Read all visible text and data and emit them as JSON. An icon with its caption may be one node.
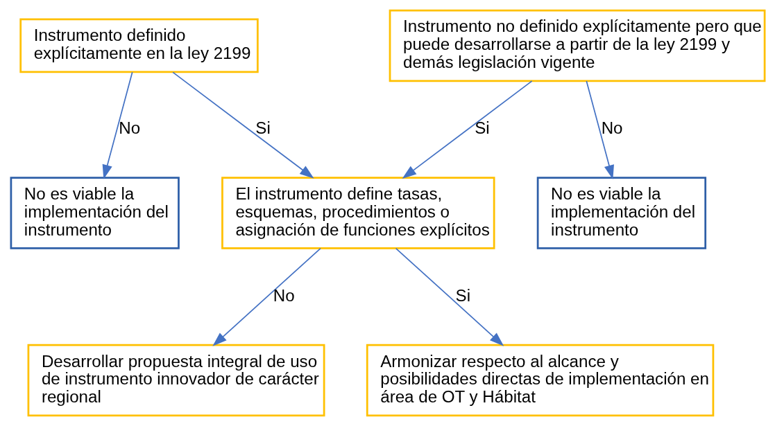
{
  "diagram": {
    "nodes": [
      {
        "text": [
          "Instrumento definido explícitamente en la ley 2199"
        ]
      },
      {
        "text": [
          "Instrumento no definido explícitamente pero que puede desarrollarse a partir de la ley 2199 y demás legislación vigente"
        ]
      },
      {
        "text": [
          "No es viable la implementación del instrumento"
        ]
      },
      {
        "text": [
          "El instrumento define tasas, esquemas, procedimientos o asignación de funciones explícitos"
        ]
      },
      {
        "text": [
          "No es viable la implementación del instrumento"
        ]
      },
      {
        "text": [
          "Desarrollar propuesta integral de uso de instrumento innovador de carácter regional"
        ]
      },
      {
        "text": [
          "Armonizar respecto al alcance y posibilidades directas de implementación en área de OT y Hábitat"
        ]
      }
    ],
    "edges": [
      {
        "from": 0,
        "to": 2,
        "arrow": "to",
        "label": "No"
      },
      {
        "from": 0,
        "to": 3,
        "arrow": "to",
        "label": "Si"
      },
      {
        "from": 1,
        "to": 3,
        "arrow": "to",
        "label": "Si"
      },
      {
        "from": 1,
        "to": 4,
        "arrow": "to",
        "label": "No"
      },
      {
        "from": 3,
        "to": 5,
        "arrow": "to",
        "label": "No"
      },
      {
        "from": 3,
        "to": 6,
        "arrow": "to",
        "label": "Si"
      }
    ]
  }
}
